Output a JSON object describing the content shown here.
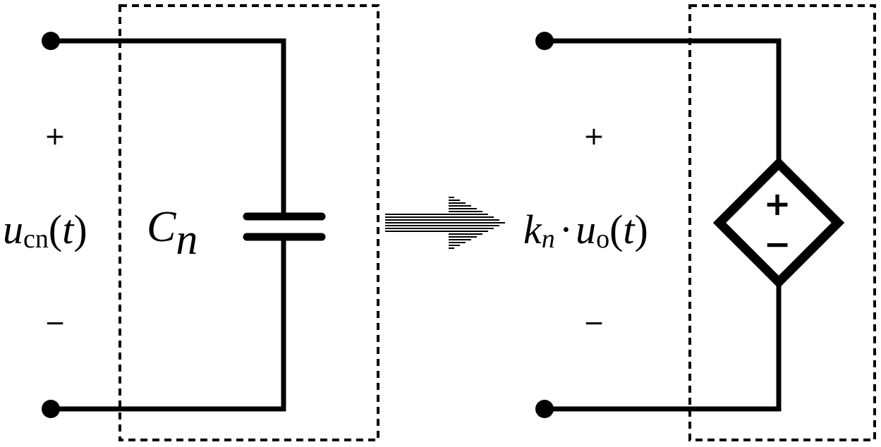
{
  "left_circuit": {
    "plus_sign": "+",
    "minus_sign": "−",
    "voltage_label": {
      "var": "u",
      "sub": "cn",
      "open": "(",
      "arg": "t",
      "close": ")"
    },
    "capacitor_label": {
      "var": "C",
      "sub": "n"
    }
  },
  "right_circuit": {
    "plus_sign": "+",
    "minus_sign": "−",
    "source_label": {
      "coef": "k",
      "coef_sub": "n",
      "dot": "·",
      "var": "u",
      "var_sub": "o",
      "open": "(",
      "arg": "t",
      "close": ")"
    },
    "source_plus": "+",
    "source_minus": "−"
  },
  "colors": {
    "ink": "#000000",
    "background": "#ffffff"
  }
}
